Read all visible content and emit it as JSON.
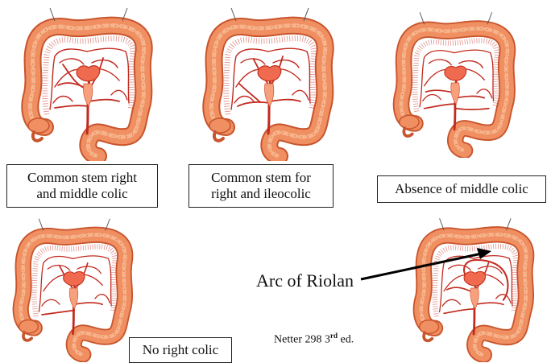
{
  "colors": {
    "colon_fill": "#ef8f62",
    "colon_dark": "#c8542c",
    "colon_light": "#f7b78f",
    "artery": "#c22a1f",
    "background": "#ffffff"
  },
  "figures": [
    {
      "id": "fig1",
      "caption_lines": [
        "Common stem right",
        "and middle colic"
      ]
    },
    {
      "id": "fig2",
      "caption_lines": [
        "Common stem for",
        "right and ileocolic"
      ]
    },
    {
      "id": "fig3",
      "caption_lines": [
        "Absence of middle colic"
      ]
    },
    {
      "id": "fig4",
      "caption_lines": [
        "No right colic"
      ]
    },
    {
      "id": "fig5",
      "caption_lines": []
    }
  ],
  "annotation": {
    "arc_label": "Arc of Riolan"
  },
  "citation": {
    "text_before": "Netter  298 3",
    "superscript": "rd",
    "text_after": " ed."
  }
}
